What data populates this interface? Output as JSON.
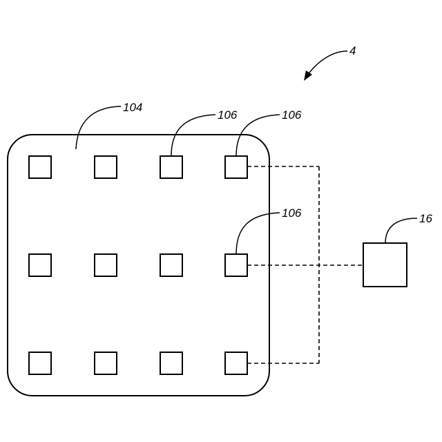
{
  "diagram": {
    "labels": {
      "figure_ref": "4",
      "substrate": "104",
      "element_top_mid": "106",
      "element_top_right": "106",
      "element_mid_right": "106",
      "controller": "16"
    },
    "grid": {
      "rows": 3,
      "columns": 4
    }
  }
}
